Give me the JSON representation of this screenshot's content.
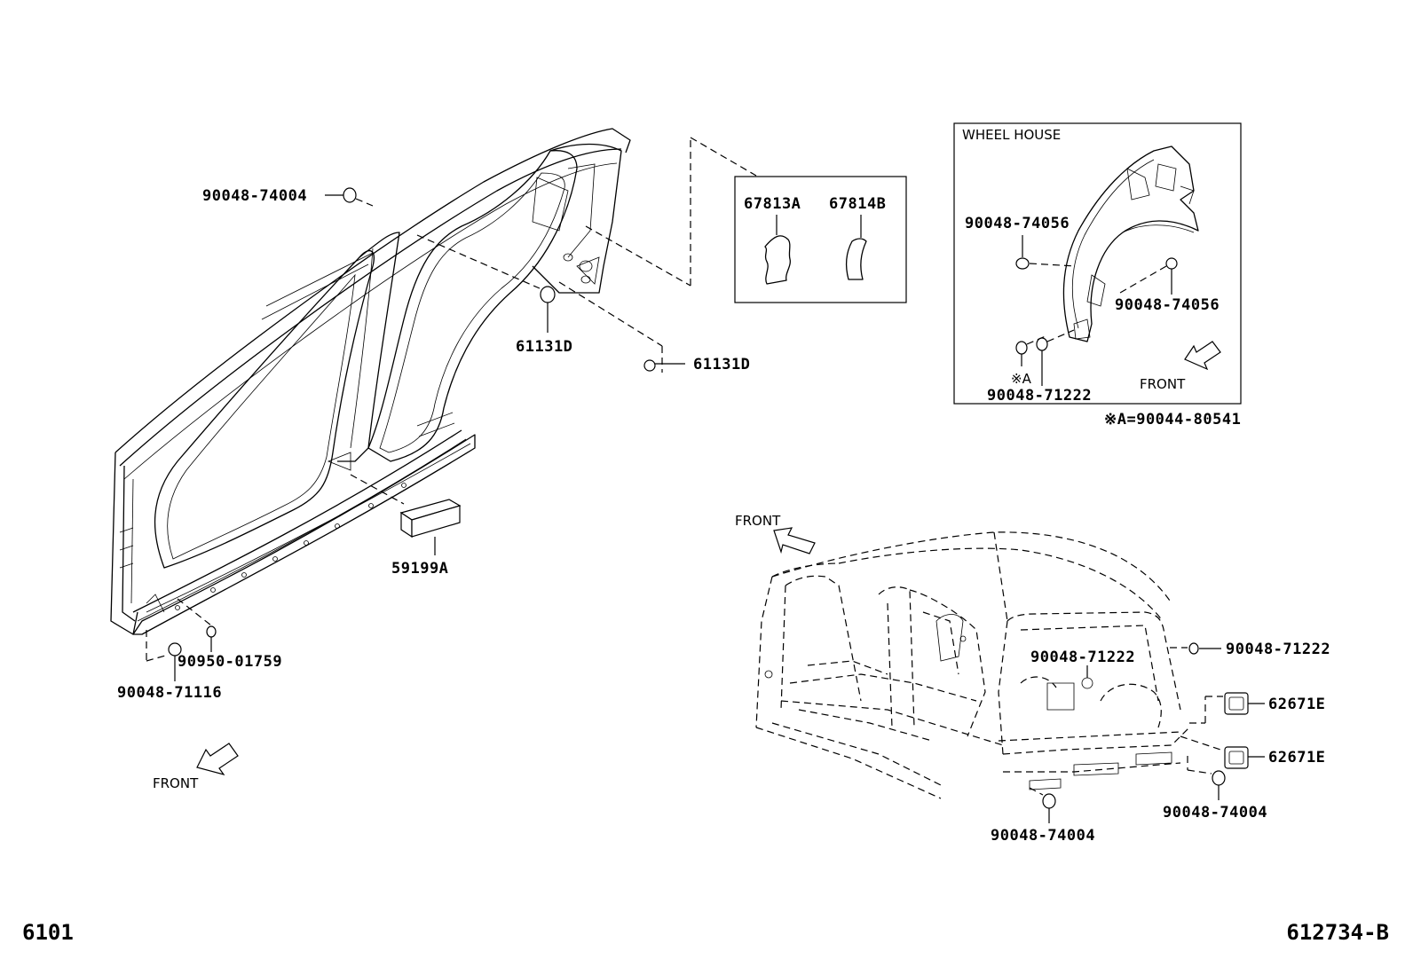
{
  "diagram": {
    "footer_left": "6101",
    "footer_right": "612734-B",
    "inset_title": "WHEEL HOUSE",
    "front_label": "FRONT",
    "inset_note": "※A=90044-80541",
    "mark_a": "※A",
    "parts": {
      "p_90048_74004_top": "90048-74004",
      "p_61131d_a": "61131D",
      "p_61131d_b": "61131D",
      "p_67813a": "67813A",
      "p_67814b": "67814B",
      "p_59199a": "59199A",
      "p_90950_01759": "90950-01759",
      "p_90048_71116": "90048-71116",
      "p_90048_74056_a": "90048-74056",
      "p_90048_74056_b": "90048-74056",
      "p_90048_71222_inset": "90048-71222",
      "p_90048_71222_a": "90048-71222",
      "p_90048_71222_b": "90048-71222",
      "p_62671e_a": "62671E",
      "p_62671e_b": "62671E",
      "p_90048_74004_b": "90048-74004",
      "p_90048_74004_c": "90048-74004"
    }
  }
}
